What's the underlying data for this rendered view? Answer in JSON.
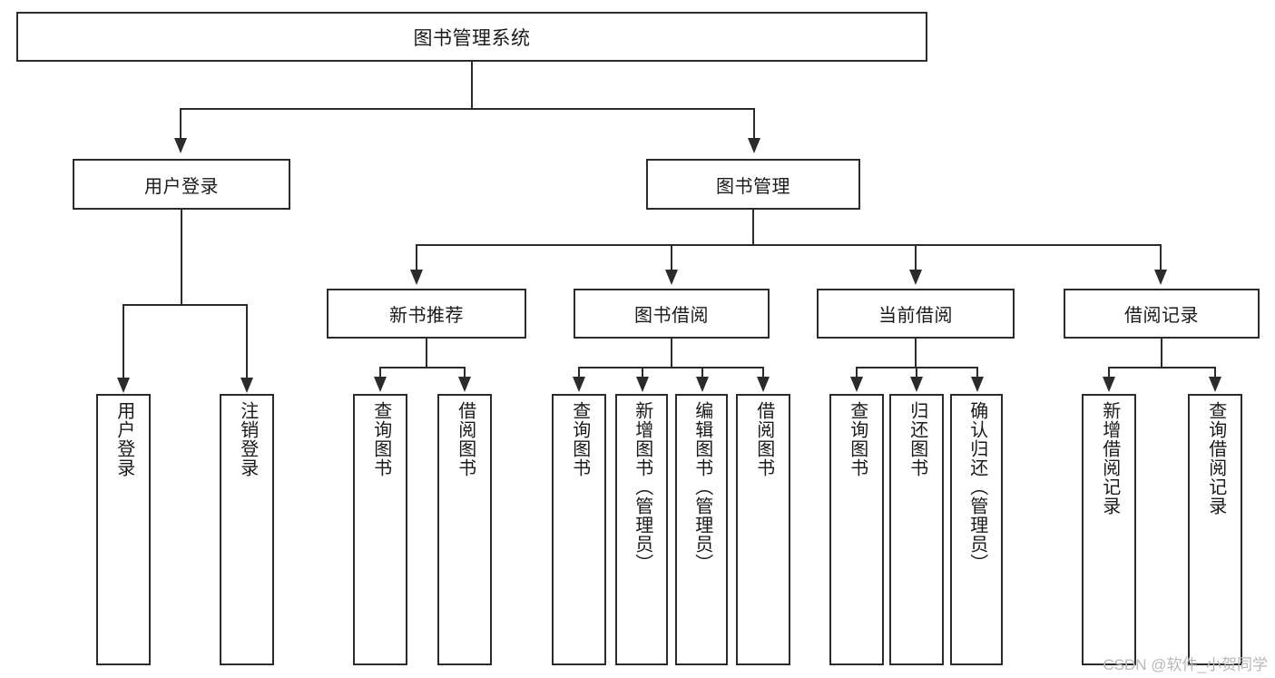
{
  "diagram": {
    "title": "图书管理系统",
    "type": "tree",
    "root": {
      "label": "图书管理系统"
    },
    "level1": [
      {
        "label": "用户登录"
      },
      {
        "label": "图书管理"
      }
    ],
    "level2": [
      {
        "label": "新书推荐"
      },
      {
        "label": "图书借阅"
      },
      {
        "label": "当前借阅"
      },
      {
        "label": "借阅记录"
      }
    ],
    "leaves": {
      "user_login": [
        {
          "label": "用户登录"
        },
        {
          "label": "注销登录"
        }
      ],
      "new_book_recommend": [
        {
          "label": "查询图书"
        },
        {
          "label": "借阅图书"
        }
      ],
      "book_borrow": [
        {
          "label": "查询图书"
        },
        {
          "label": "新增图书（管理员）"
        },
        {
          "label": "编辑图书（管理员）"
        },
        {
          "label": "借阅图书"
        }
      ],
      "current_borrow": [
        {
          "label": "查询图书"
        },
        {
          "label": "归还图书"
        },
        {
          "label": "确认归还（管理员）"
        }
      ],
      "borrow_record": [
        {
          "label": "新增借阅记录"
        },
        {
          "label": "查询借阅记录"
        }
      ]
    }
  },
  "watermark": {
    "text": "CSDN @软件_小贺同学"
  },
  "colors": {
    "stroke": "#2b2b2b",
    "text": "#1a1a1a",
    "background": "#ffffff",
    "watermark": "#b8b8b8"
  }
}
